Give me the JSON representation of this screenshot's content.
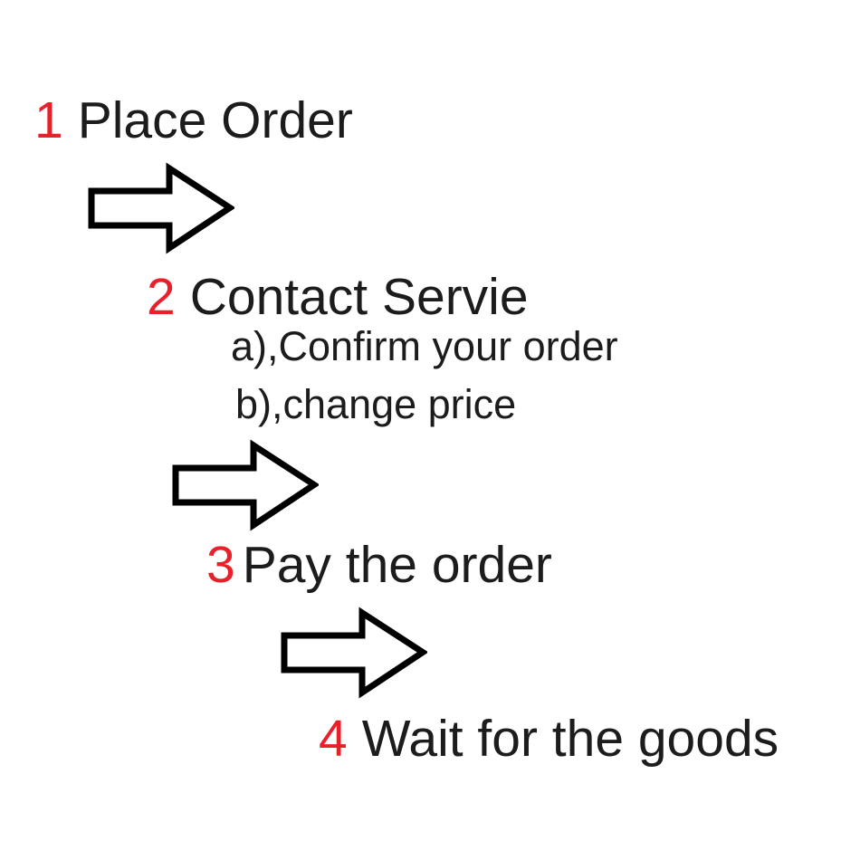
{
  "diagram": {
    "title_implicit": "Order process flow",
    "background": "#ffffff"
  },
  "colors": {
    "number": "#e8202a",
    "text": "#1c1c1c",
    "arrow_stroke": "#000000",
    "arrow_fill": "#ffffff"
  },
  "steps": [
    {
      "number": "1",
      "label": "Place Order"
    },
    {
      "number": "2",
      "label": "Contact Servie",
      "sub_items": [
        {
          "text": "a),Confirm your order"
        },
        {
          "text": "b),change price"
        }
      ]
    },
    {
      "number": "3",
      "label": "Pay the order"
    },
    {
      "number": "4",
      "label": "Wait for the goods"
    }
  ],
  "arrows": [
    {
      "name": "arrow-step1-to-step2",
      "direction": "right"
    },
    {
      "name": "arrow-step2-to-step3",
      "direction": "right"
    },
    {
      "name": "arrow-step3-to-step4",
      "direction": "right"
    }
  ]
}
